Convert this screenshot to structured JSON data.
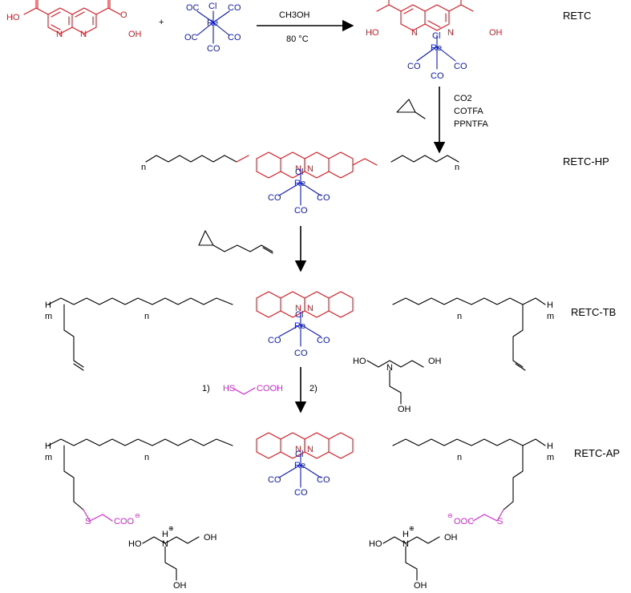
{
  "labels": {
    "retc": "RETC",
    "retc_hp": "RETC-HP",
    "retc_tb": "RETC-TB",
    "retc_ap": "RETC-AP"
  },
  "step1": {
    "plus": "+",
    "solvent": "CH3OH",
    "temperature": "80 °C"
  },
  "step2": {
    "reagents": [
      "CO2",
      "COTFA",
      "PPNTFA"
    ]
  },
  "step4": {
    "part1": "1)",
    "part2": "2)",
    "thiol_acid": "COOH",
    "thiol_sh": "HS"
  },
  "atoms": {
    "ho": "HO",
    "oh": "OH",
    "o": "O",
    "n": "N",
    "re": "Re",
    "cl": "Cl",
    "co": "CO",
    "oc": "OC",
    "s": "S",
    "h": "H",
    "m": "m",
    "nn": "n",
    "coo_minus": "COO",
    "ooc_minus": "OOC",
    "minus": "⊖",
    "plus_charge": "⊕"
  },
  "colors": {
    "bipyridine": "#e8141d",
    "rhenium": "#0a18c8",
    "thiol": "#e020e0",
    "backbone": "#000000"
  }
}
